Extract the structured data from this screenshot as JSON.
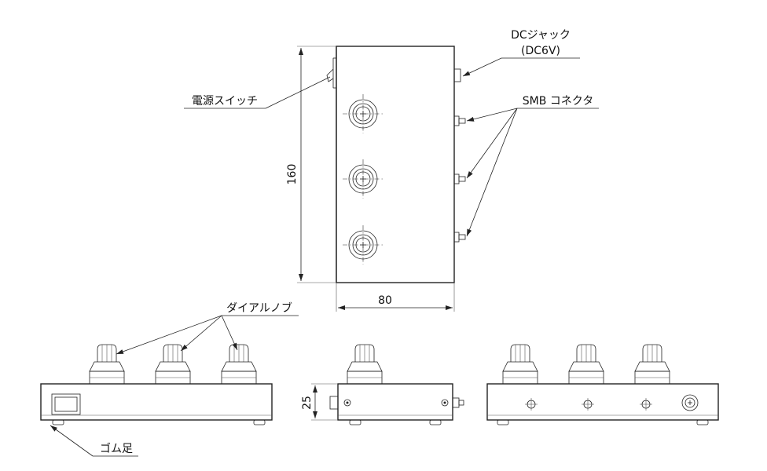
{
  "labels": {
    "dc_jack": "DCジャック",
    "dc_voltage": "(DC6V)",
    "power_switch": "電源スイッチ",
    "smb_connector": "SMB コネクタ",
    "dial_knob": "ダイアルノブ",
    "rubber_foot": "ゴム足"
  },
  "dimensions": {
    "height": "160",
    "width": "80",
    "depth": "25"
  }
}
